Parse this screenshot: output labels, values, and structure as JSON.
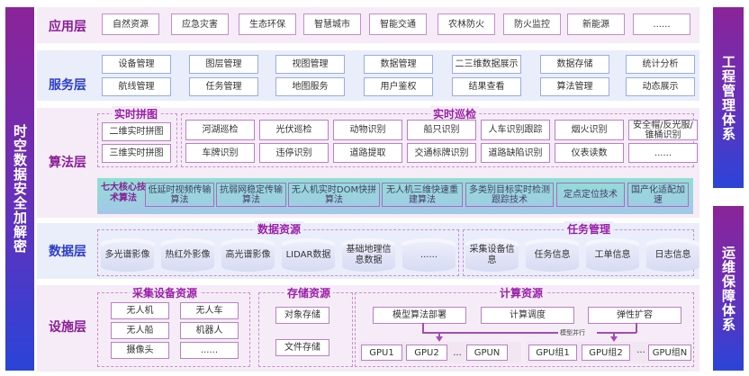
{
  "left_bar": {
    "label": "时空数据安全加解密"
  },
  "right_bars": [
    {
      "label": "工程管理体系"
    },
    {
      "label": "运维保障体系"
    }
  ],
  "colors": {
    "purple_accent": "#8a1c96",
    "blue_accent": "#2c3ec8",
    "bar_gradient_top": "#8b2498",
    "bar_gradient_bottom": "#2a44d8",
    "pink_band": "#f6ecf7",
    "blue_band": "#eaeefa"
  },
  "layers": {
    "application": {
      "title": "应用层",
      "items": [
        "自然资源",
        "应急灾害",
        "生态环保",
        "智慧城市",
        "智能交通",
        "农林防火",
        "防火监控",
        "新能源",
        "......"
      ]
    },
    "service": {
      "title": "服务层",
      "row1": [
        "设备管理",
        "图层管理",
        "视图管理",
        "数据管理",
        "二三维数据展示",
        "数据存储",
        "统计分析"
      ],
      "row2": [
        "航线管理",
        "任务管理",
        "地图服务",
        "用户鉴权",
        "结果查看",
        "算法管理",
        "动态展示"
      ]
    },
    "algorithm": {
      "title": "算法层",
      "stitch": {
        "title": "实时拼图",
        "items": [
          "二维实时拼图",
          "三维实时拼图"
        ]
      },
      "patrol": {
        "title": "实时巡检",
        "row1": [
          "河湖巡检",
          "光伏巡检",
          "动物识别",
          "船只识别",
          "人车识别跟踪",
          "烟火识别",
          "安全帽/反光服/锥桶识别"
        ],
        "row2": [
          "车牌识别",
          "违停识别",
          "道路提取",
          "交通标牌识别",
          "道路缺陷识别",
          "仪表读数",
          "......"
        ]
      },
      "core": {
        "label": "七大核心技术算法",
        "items": [
          "低延时视频传输算法",
          "抗弱网稳定传输算法",
          "无人机实时DOM快拼算法",
          "无人机三维快速重建算法",
          "多类别目标实时检测跟踪技术",
          "定点定位技术",
          "国产化适配加速"
        ]
      }
    },
    "data": {
      "title": "数据层",
      "resources": {
        "title": "数据资源",
        "items": [
          "多光谱影像",
          "热红外影像",
          "高光谱影像",
          "LIDAR数据",
          "基础地理信息数据",
          "......"
        ]
      },
      "tasks": {
        "title": "任务管理",
        "items": [
          "采集设备信息",
          "任务信息",
          "工单信息",
          "日志信息"
        ]
      }
    },
    "infrastructure": {
      "title": "设施层",
      "devices": {
        "title": "采集设备资源",
        "items": [
          "无人机",
          "无人车",
          "无人船",
          "机器人",
          "摄像头",
          "......"
        ]
      },
      "storage": {
        "title": "存储资源",
        "items": [
          "对象存储",
          "文件存储"
        ]
      },
      "compute": {
        "title": "计算资源",
        "top": [
          "模型算法部署",
          "计算调度",
          "弹性扩容"
        ],
        "parallel_label": "模型并行",
        "gpus": [
          "GPU1",
          "GPU2",
          "...",
          "GPUN"
        ],
        "gpu_groups": [
          "GPU组1",
          "GPU组2",
          "···",
          "GPU组N"
        ]
      }
    }
  }
}
